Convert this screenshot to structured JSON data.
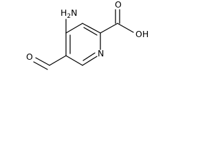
{
  "structure": {
    "atoms": {
      "amine_label": "H2N",
      "amine_label_lines": [
        "H",
        "2",
        "N"
      ],
      "ring_nitrogen": "N",
      "acid_carbonyl_oxygen": "O",
      "acid_hydroxyl": "OH",
      "aldehyde_oxygen": "O"
    },
    "amine_text": "NH2",
    "amine_display": {
      "main": "H",
      "sub": "2",
      "n": "N"
    }
  }
}
